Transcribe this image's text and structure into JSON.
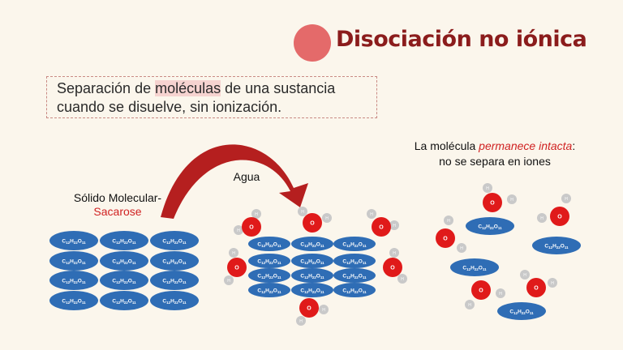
{
  "title": "Disociación no iónica",
  "definition": {
    "line1_before": "Separación de ",
    "line1_highlight": "moléculas",
    "line1_after": " de una sustancia",
    "line2": "cuando se disuelve, sin ionización."
  },
  "intact_note": {
    "before": "La molécula ",
    "emphasis": "permanece intacta",
    "after": ":",
    "line2": "no se separa en iones"
  },
  "solid_label": {
    "line1": "Sólido Molecular-",
    "line2": "Sacarose"
  },
  "water_label": "Agua",
  "formula": {
    "c": "C",
    "cn": "12",
    "h": "H",
    "hn": "22",
    "o": "O",
    "on": "11"
  },
  "atoms": {
    "oxygen": "O",
    "hydrogen": "H"
  },
  "colors": {
    "molecule": "#2f6db5",
    "oxygen": "#e01a1a",
    "hydrogen": "#c9c9c9",
    "title": "#8b1c1c",
    "arrow": "#b51f1f"
  }
}
